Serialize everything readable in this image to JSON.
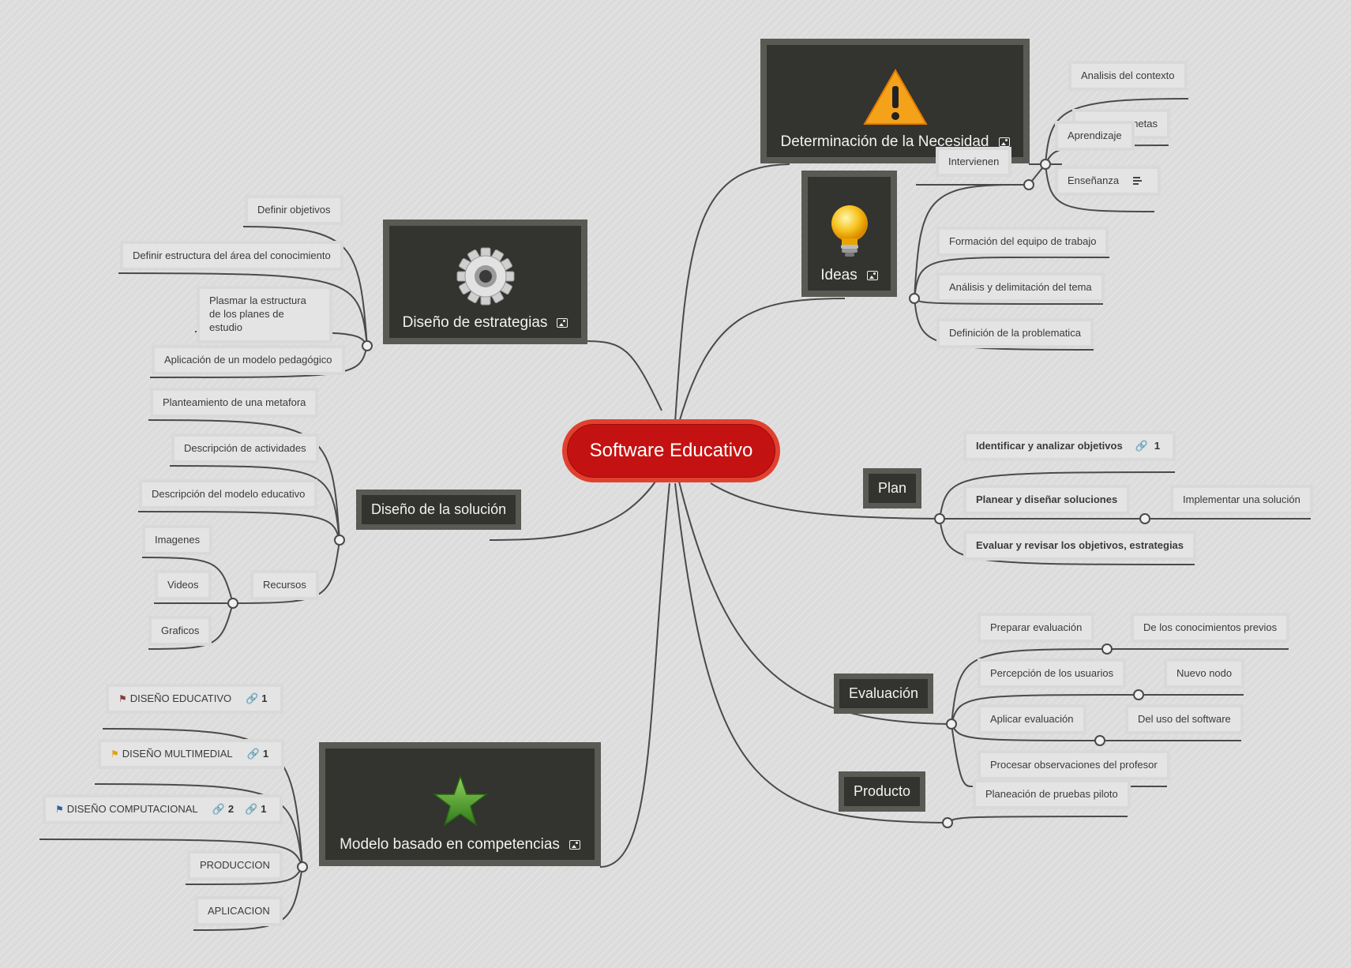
{
  "root": {
    "title": "Software Educativo"
  },
  "branches": {
    "determinacion": {
      "title": "Determinación de la Necesidad",
      "icon": "warning-icon",
      "children": [
        "Analisis del contexto",
        "metas",
        "Aprendizaje",
        "Enseñanza",
        "Intervienen"
      ]
    },
    "ideas": {
      "title": "Ideas",
      "icon": "lightbulb-icon",
      "children": [
        "Formación del equipo de trabajo",
        "Análisis y delimitación del tema",
        "Definición de la problematica"
      ]
    },
    "plan": {
      "title": "Plan",
      "children": [
        "Identificar y analizar objetivos",
        "Planear y diseñar soluciones",
        "Evaluar y revisar los objetivos, estrategias"
      ],
      "identificar_link_count": "1",
      "sub": "Implementar una solución"
    },
    "evaluacion": {
      "title": "Evaluación",
      "children": [
        "Preparar evaluación",
        "Percepción de los usuarios",
        "Aplicar evaluación",
        "Procesar observaciones del profesor"
      ],
      "sub": [
        "De los conocimientos previos",
        "Nuevo nodo",
        "Del uso del software"
      ]
    },
    "producto": {
      "title": "Producto",
      "children": [
        "Planeación de pruebas piloto"
      ]
    },
    "estrategias": {
      "title": "Diseño de estrategias",
      "icon": "gear-icon",
      "children": [
        "Definir objetivos",
        "Definir estructura del área del conocimiento",
        "Plasmar la estructura de los planes de estudio",
        "Aplicación de un modelo pedagógico"
      ]
    },
    "solucion": {
      "title": "Diseño de la solución",
      "children": [
        "Planteamiento de una metafora",
        "Descripción de actividades",
        "Descripción del modelo educativo",
        "Recursos"
      ],
      "recursos": [
        "Imagenes",
        "Videos",
        "Graficos"
      ]
    },
    "modelo": {
      "title": "Modelo basado en competencias",
      "icon": "star-icon",
      "children": [
        {
          "label": "DISEÑO EDUCATIVO",
          "flag_color": "#8a3a3a",
          "links": "1"
        },
        {
          "label": "DISEÑO MULTIMEDIAL",
          "flag_color": "#e0a010",
          "links": "1"
        },
        {
          "label": "DISEÑO COMPUTACIONAL",
          "flag_color": "#2f5fa0",
          "refs": "2",
          "links": "1"
        },
        {
          "label": "PRODUCCION"
        },
        {
          "label": "APLICACION"
        }
      ]
    }
  },
  "colors": {
    "background": "#dcdcdc",
    "root": "#c41212",
    "dark_node": "#33332f",
    "connector": "#4a4a4a"
  }
}
